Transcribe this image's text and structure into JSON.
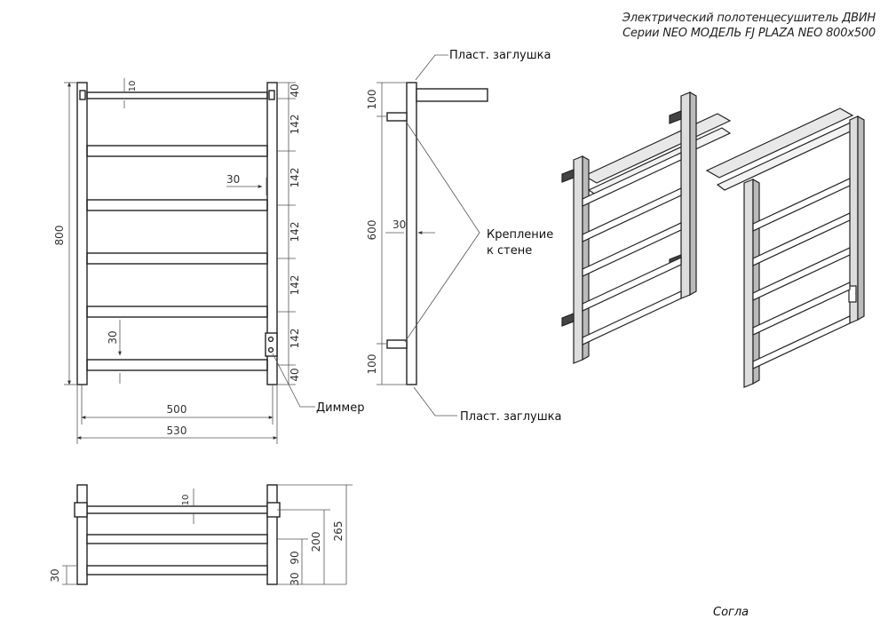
{
  "title": {
    "line1": "Электрический полотенцесушитель ДВИН",
    "line2": "Серии NEO МОДЕЛЬ FJ PLAZA NEO 800x500"
  },
  "front_view": {
    "overall_height": "800",
    "inner_width": "500",
    "outer_width": "530",
    "bar_thickness": "10",
    "rail_gap_label": "30",
    "dimmer_gap_label": "30",
    "right_dims": [
      "40",
      "142",
      "142",
      "142",
      "142",
      "142",
      "40"
    ]
  },
  "side_view": {
    "top_offset": "100",
    "mount_span": "600",
    "bottom_offset": "100",
    "depth_label": "30"
  },
  "top_view": {
    "bar_thickness": "10",
    "left_offset": "30",
    "dims": [
      "90",
      "30",
      "200",
      "265"
    ]
  },
  "callouts": {
    "plug_top": "Пласт. заглушка",
    "plug_bottom": "Пласт. заглушка",
    "wall_mount": [
      "Крепление",
      "к стене"
    ],
    "dimmer": "Диммер"
  },
  "footer": {
    "approval": "Согла"
  }
}
